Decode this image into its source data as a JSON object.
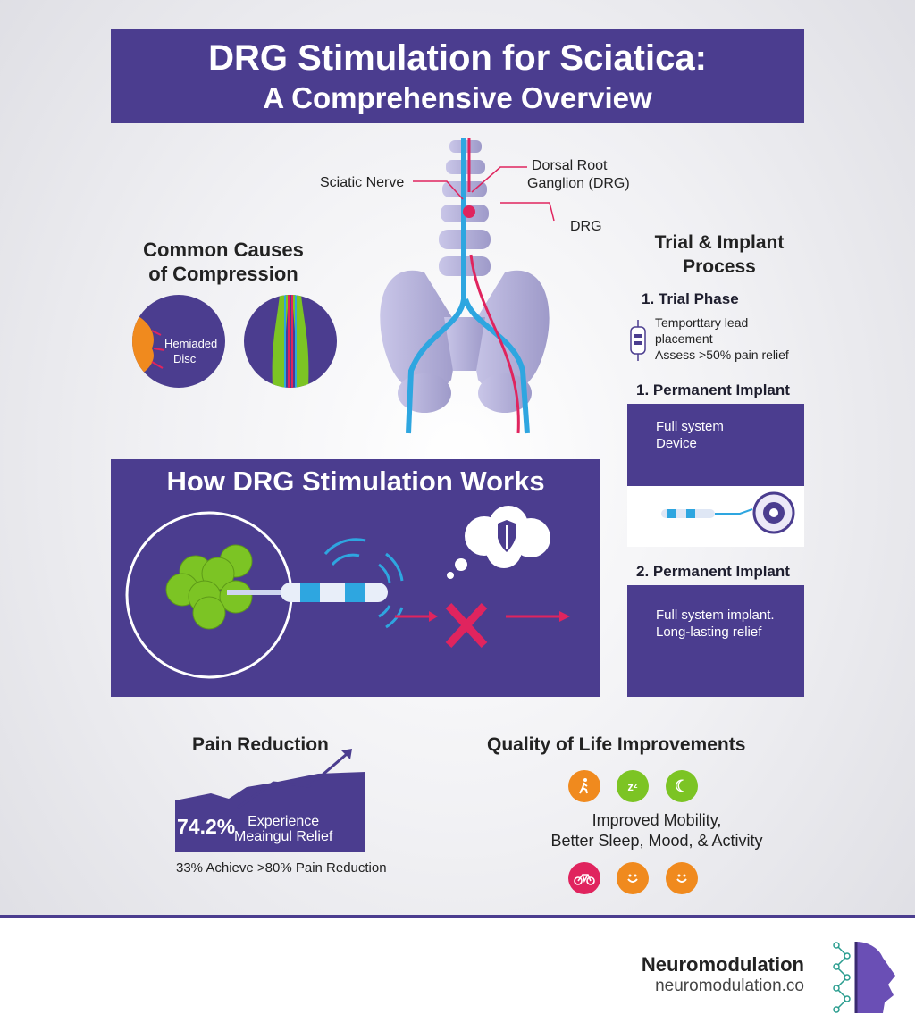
{
  "title": {
    "line1": "DRG Stimulation for Sciatica:",
    "line2": "A Comprehensive Overview"
  },
  "anatomy": {
    "sciatic_label": "Sciatic Nerve",
    "drg_label_line1": "Dorsal Root",
    "drg_label_line2": "Ganglion (DRG)",
    "drg_short": "DRG"
  },
  "causes": {
    "heading_line1": "Common Causes",
    "heading_line2": "of Compression",
    "herniated_line1": "Hemiaded",
    "herniated_line2": "Disc"
  },
  "works": {
    "heading": "How DRG Stimulation Works"
  },
  "process": {
    "heading_line1": "Trial & Implant",
    "heading_line2": "Process",
    "trial_title": "1. Trial Phase",
    "trial_line1": "Temporttary lead",
    "trial_line2": "placement",
    "trial_line3": "Assess >50% pain relief",
    "permanent1_title": "1. Permanent Implant",
    "permanent1_line1": "Full system",
    "permanent1_line2": "Device",
    "permanent2_title": "2. Permanent Implant",
    "permanent2_line1": "Full system implant.",
    "permanent2_line2": "Long-lasting relief"
  },
  "pain": {
    "heading": "Pain Reduction",
    "stat_value": "74.2%",
    "stat_line1": "Experience",
    "stat_line2": "Meaingul Relief",
    "secondary": "33% Achieve >80% Pain Reduction"
  },
  "qol": {
    "heading": "Quality of Life Improvements",
    "line1": "Improved Mobility,",
    "line2": "Better Sleep, Mood, & Activity",
    "icons_top": [
      "walking-icon",
      "sleep-icon",
      "moon-icon"
    ],
    "icons_bottom": [
      "bicycle-icon",
      "smile-icon",
      "smile-icon"
    ]
  },
  "brand": {
    "name": "Neuromodulation",
    "url": "neuromodulation.co"
  },
  "colors": {
    "primary": "#4b3d8f",
    "nerve_blue": "#2ea6e0",
    "nerve_red": "#e0245e",
    "green": "#7cc424",
    "orange": "#f08a1e"
  }
}
